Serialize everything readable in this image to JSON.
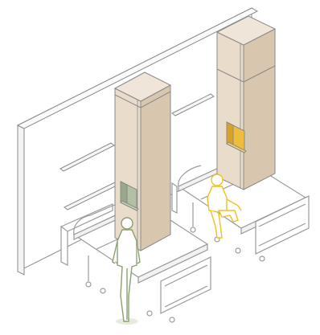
{
  "illustration": {
    "colors": {
      "line": "#8a8a8a",
      "wall_face": "#ffffff",
      "column_front": "#e9dccb",
      "column_side": "#d9c6ae",
      "column_top": "#efe5d8",
      "niche_green": "#b3c0a3",
      "niche_amber": "#eebd3c",
      "light_glow": "#f6e7a0",
      "person_standing": "#8aa070",
      "person_seated": "#f0c020",
      "bed_frame": "#9a9a9a"
    },
    "elements": [
      "back-wall",
      "wall-shelf-upper",
      "wall-shelf-lower",
      "column-left",
      "column-right",
      "niche-green",
      "niche-amber",
      "light-glow-upper-left",
      "light-glow-upper-right",
      "bed-left",
      "bed-right",
      "person-standing",
      "person-seated"
    ]
  }
}
